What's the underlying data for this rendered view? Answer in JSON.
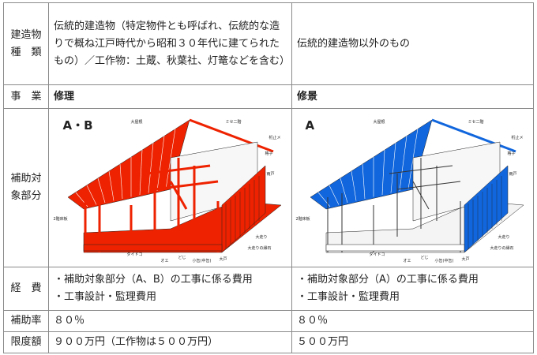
{
  "rows": {
    "type": {
      "header": "建造物\n種　類",
      "h1": "建造物",
      "h2": "種　類",
      "col1": "伝統的建造物（特定物件とも呼ばれ、伝統的な造りで概ね江戸時代から昭和３０年代に建てられたもの）／工作物：土蔵、秋葉社、灯篭などを含む）",
      "col2": "伝統的建造物以外のもの"
    },
    "project": {
      "header": "事　業",
      "col1": "修理",
      "col2": "修景"
    },
    "target": {
      "header1": "補助対",
      "header2": "象部分",
      "col1": {
        "figure_label": "A・B",
        "color": "#ee2200"
      },
      "col2": {
        "figure_label": "A",
        "color": "#1166dd"
      }
    },
    "expenses": {
      "header": "経　費",
      "col1": [
        "・補助対象部分（A、B）の工事に係る費用",
        "・工事設計・監理費用"
      ],
      "col2": [
        "・補助対象部分（A）の工事に係る費用",
        "・工事設計・監理費用"
      ]
    },
    "rate": {
      "header": "補助率",
      "col1": "８０％",
      "col2": "８０％"
    },
    "limit": {
      "header": "限度額",
      "col1": "９００万円（工作物は５００万円）",
      "col2": "５００万円"
    }
  },
  "diagram_labels": [
    "大屋根",
    "ミセ二階",
    "桁止メ",
    "格子",
    "雨戸",
    "2階床板",
    "ダイドコ",
    "オエ",
    "どじ",
    "小缶(中缶)",
    "大戸",
    "大走り",
    "大走りの縁石"
  ]
}
